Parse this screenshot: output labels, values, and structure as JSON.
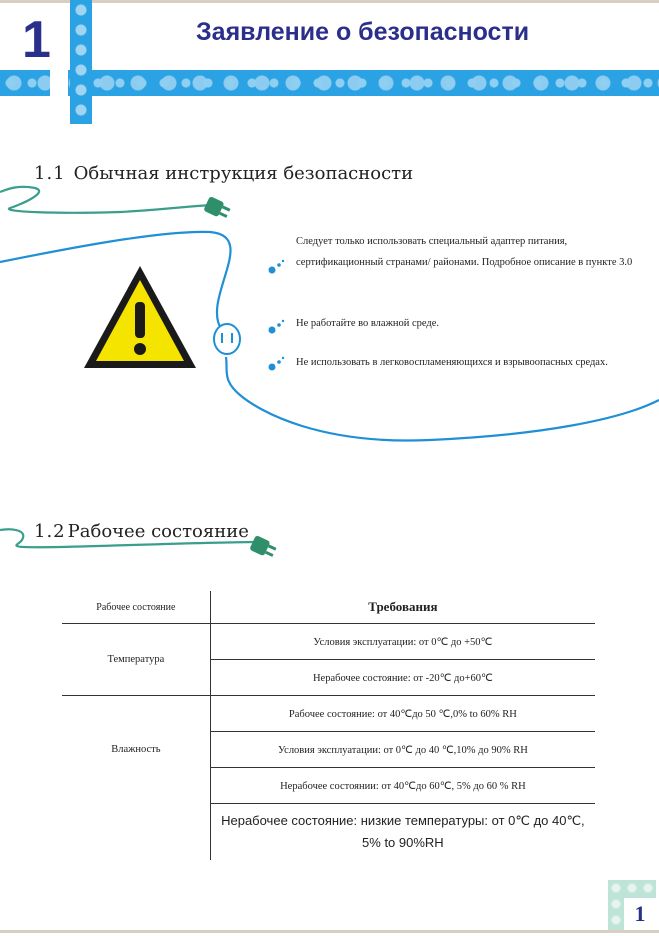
{
  "header": {
    "chapter_number": "1",
    "title": "Заявление о безопасности"
  },
  "section1": {
    "number": "1.1",
    "title": "Обычная инструкция безопасности",
    "items": [
      "Следует только использовать специальный адаптер питания, сертификационный странами/ районами.  Подробное описание в пункте 3.0",
      "Не работайте во влажной среде.",
      "Не использовать в легковоспламеняющихся и взрывоопасных средах."
    ]
  },
  "section2": {
    "number": "1.2",
    "title": "Рабочее состояние",
    "table": {
      "header_left": "Рабочее состояние",
      "header_right": "Требования",
      "temperature_label": "Температура",
      "humidity_label": "Влажность",
      "temperature_rows": [
        "Условия эксплуатации: от 0℃  до +50℃",
        "Нерабочее состояние: от -20℃  до+60℃"
      ],
      "humidity_rows": [
        "Рабочее состояние: от 40℃до 50 ℃,0%   to   60%  RH",
        "Условия эксплуатации: от 0℃  до 40 ℃,10% до 90%  RH",
        "Нерабочее состоянии: от 40℃до  60℃, 5% до  60 % RH"
      ],
      "last_row_line1": "Нерабочее состояние: низкие температуры: от 0℃ до 40℃,",
      "last_row_line2": "5% to 90%RH"
    }
  },
  "footer": {
    "page_number": "1"
  },
  "colors": {
    "title_blue": "#2b2f8c",
    "banner_blue": "#2ba2e3",
    "cable_teal": "#3a9e8c",
    "cable_blue": "#1f8fd6",
    "warning_yellow": "#f5e400"
  }
}
